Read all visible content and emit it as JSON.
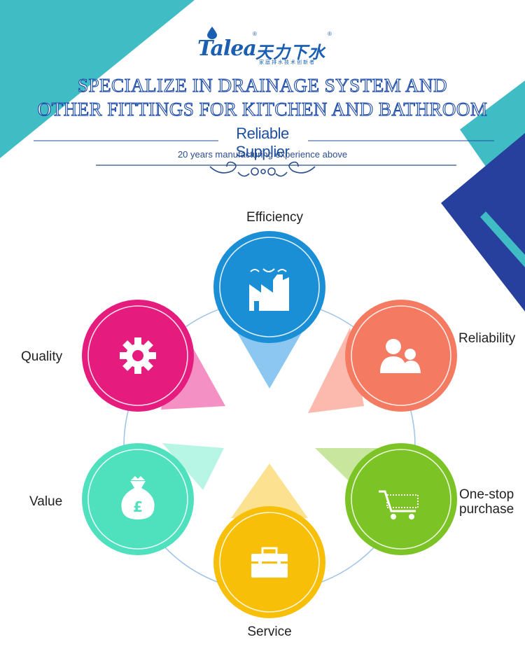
{
  "brand": {
    "latin_name": "Talea",
    "chinese_name": "天力下水",
    "tagline_cn": "家庭排水技术创新者",
    "registered_mark": "®"
  },
  "header": {
    "headline_line1": "SPECIALIZE IN DRAINAGE SYSTEM AND",
    "headline_line2": "OTHER FITTINGS FOR KITCHEN AND BATHROOM",
    "subtitle": "Reliable Supplier",
    "experience": "20 years manufacturing experience above"
  },
  "features": [
    {
      "label": "Efficiency",
      "icon": "factory-icon",
      "color": "#1b8fd6"
    },
    {
      "label": "Reliability",
      "icon": "people-icon",
      "color": "#f47a62"
    },
    {
      "label": "One-stop",
      "label_line2": "purchase",
      "icon": "shopping-cart-icon",
      "color": "#7cc325"
    },
    {
      "label": "Service",
      "icon": "toolbox-icon",
      "color": "#f7bf07"
    },
    {
      "label": "Value",
      "icon": "money-bag-icon",
      "color": "#4fe0bd"
    },
    {
      "label": "Quality",
      "icon": "gear-icon",
      "color": "#e51c7e"
    }
  ],
  "colors": {
    "brand_blue": "#1b5fb3",
    "teal_accent": "#3fbcc4",
    "navy_accent": "#273f9d"
  }
}
